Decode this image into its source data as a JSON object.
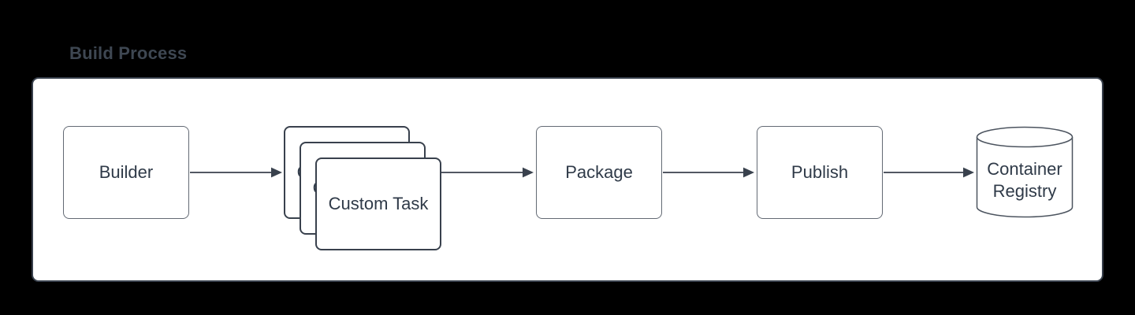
{
  "title": "Build Process",
  "nodes": {
    "builder": {
      "label": "Builder",
      "shape": "rounded-rectangle"
    },
    "custom_task": {
      "label": "Custom Task",
      "shape": "stacked-rounded-rectangles",
      "stack_count": 3
    },
    "package": {
      "label": "Package",
      "shape": "rounded-rectangle"
    },
    "publish": {
      "label": "Publish",
      "shape": "rounded-rectangle"
    },
    "container_registry": {
      "label": "Container Registry",
      "shape": "cylinder-database"
    }
  },
  "connectors": [
    {
      "from": "Builder",
      "to": "Custom Task",
      "style": "arrow-right"
    },
    {
      "from": "Custom Task",
      "to": "Package",
      "style": "arrow-right"
    },
    {
      "from": "Package",
      "to": "Publish",
      "style": "arrow-right"
    },
    {
      "from": "Publish",
      "to": "Container Registry",
      "style": "arrow-right"
    }
  ],
  "colors": {
    "page_background": "#000000",
    "panel_fill": "#ffffff",
    "panel_border": "#39414d",
    "node_border": "#636a74",
    "stack_border": "#39414d",
    "cylinder_border": "#4c545f",
    "arrow": "#39414d",
    "node_text": "#2f3a48",
    "title_text": "#3e4752"
  }
}
